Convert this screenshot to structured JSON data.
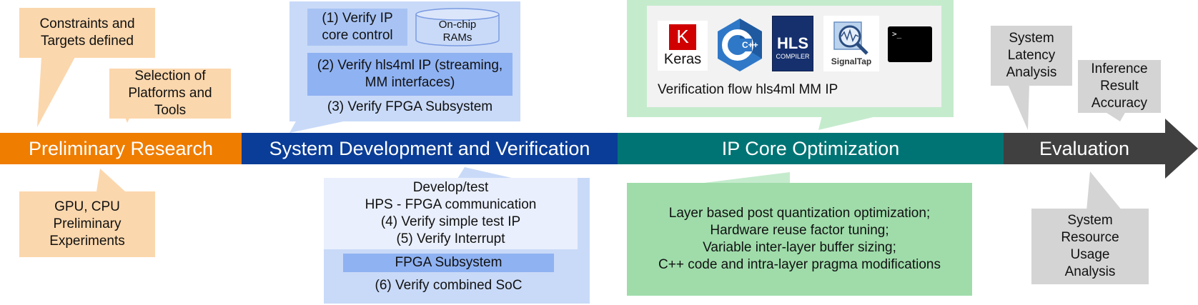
{
  "timeline": {
    "phases": [
      {
        "label": "Preliminary Research",
        "color": "#ef7d00"
      },
      {
        "label": "System Development and Verification",
        "color": "#0a3d97"
      },
      {
        "label": "IP Core Optimization",
        "color": "#007474"
      },
      {
        "label": "Evaluation",
        "color": "#404040"
      }
    ]
  },
  "research": {
    "constraints": "Constraints and Targets defined",
    "platforms": "Selection of Platforms and Tools",
    "experiments": "GPU, CPU Preliminary Experiments"
  },
  "development": {
    "top": {
      "step1": "(1) Verify IP core control",
      "rams": "On-chip RAMs",
      "step2": "(2) Verify hls4ml IP (streaming, MM interfaces)",
      "step3": "(3) Verify FPGA Subsystem"
    },
    "bottom": {
      "develop": "Develop/test",
      "hps": "HPS - FPGA communication",
      "step4": "(4) Verify simple test IP",
      "step5": "(5) Verify Interrupt",
      "subsystem": "FPGA Subsystem",
      "step6": "(6) Verify combined SoC"
    }
  },
  "optimization": {
    "tools": [
      {
        "icon": "keras-icon",
        "letter": "K",
        "label": "Keras"
      },
      {
        "icon": "cpp-icon",
        "label": "C++"
      },
      {
        "icon": "hls-compiler-icon",
        "label": "HLS",
        "sub": "COMPILER"
      },
      {
        "icon": "signaltap-icon",
        "label": "SignalTap"
      },
      {
        "icon": "terminal-icon",
        "label": ">_"
      }
    ],
    "flow_caption": "Verification flow hls4ml MM IP",
    "techniques": [
      "Layer based post quantization optimization;",
      "Hardware reuse factor tuning;",
      "Variable inter-layer buffer sizing;",
      "C++ code and intra-layer pragma modifications"
    ]
  },
  "evaluation": {
    "latency": "System Latency Analysis",
    "accuracy": "Inference Result Accuracy",
    "resource": "System Resource Usage Analysis"
  }
}
